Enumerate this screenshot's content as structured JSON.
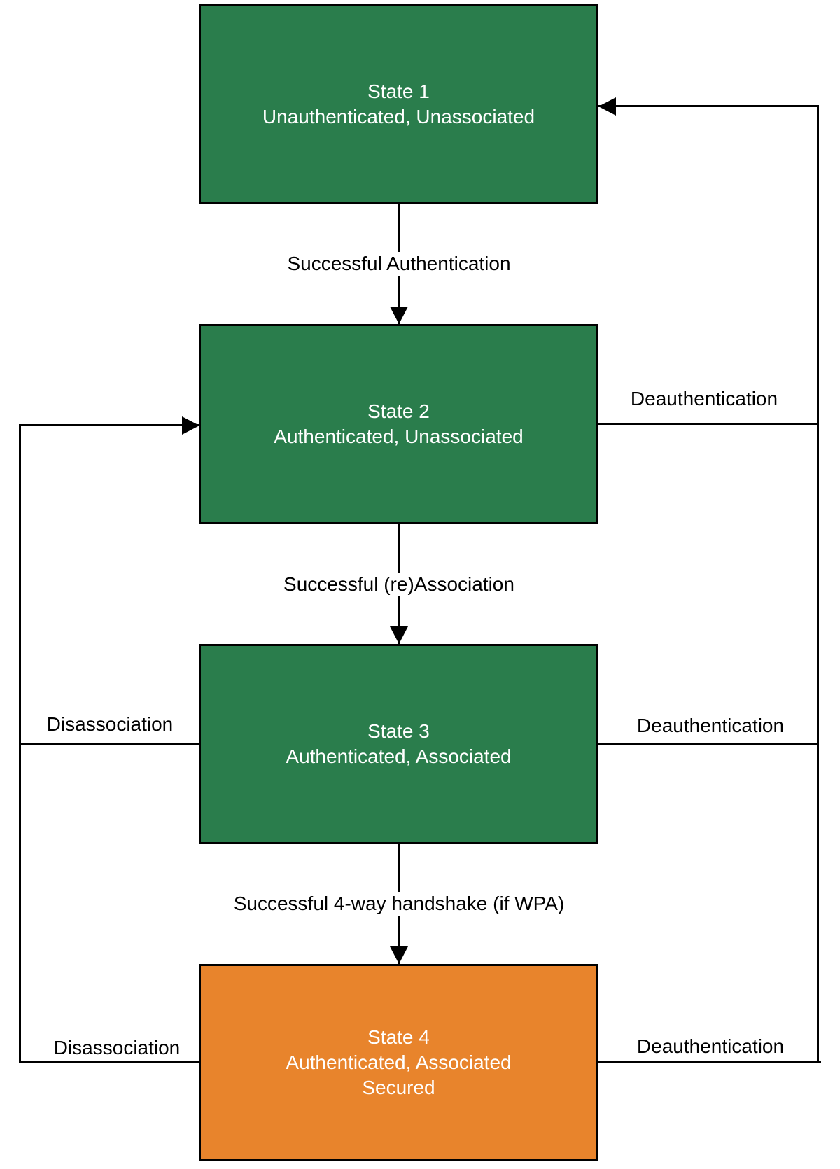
{
  "nodes": {
    "state1": {
      "lines": [
        "State 1",
        "Unauthenticated, Unassociated"
      ],
      "fill": "#2a7d4c"
    },
    "state2": {
      "lines": [
        "State 2",
        "Authenticated, Unassociated"
      ],
      "fill": "#2a7d4c"
    },
    "state3": {
      "lines": [
        "State 3",
        "Authenticated, Associated"
      ],
      "fill": "#2a7d4c"
    },
    "state4": {
      "lines": [
        "State 4",
        "Authenticated, Associated",
        "Secured"
      ],
      "fill": "#e8842c"
    }
  },
  "edges": {
    "auth": {
      "label": "Successful Authentication",
      "from": "state1",
      "to": "state2"
    },
    "reassoc": {
      "label": "Successful (re)Association",
      "from": "state2",
      "to": "state3"
    },
    "handshake": {
      "label": "Successful 4-way handshake (if WPA)",
      "from": "state3",
      "to": "state4"
    },
    "deauth_s2": {
      "label": "Deauthentication",
      "from": "state2",
      "to": "state1"
    },
    "deauth_s3": {
      "label": "Deauthentication",
      "from": "state3",
      "to": "state1"
    },
    "deauth_s4": {
      "label": "Deauthentication",
      "from": "state4",
      "to": "state1"
    },
    "disassoc_s3": {
      "label": "Disassociation",
      "from": "state3",
      "to": "state2"
    },
    "disassoc_s4": {
      "label": "Disassociation",
      "from": "state4",
      "to": "state2"
    }
  },
  "colors": {
    "state_green": "#2a7d4c",
    "state_orange": "#e8842c",
    "stroke": "#000000",
    "state_text": "#ffffff",
    "label_text": "#000000",
    "background": "#ffffff"
  }
}
